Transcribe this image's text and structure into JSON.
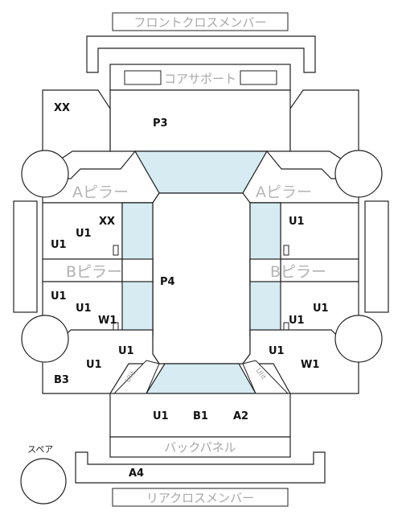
{
  "labels": {
    "front_cross_member": "フロントクロスメンバー",
    "core_support": "コアサポート",
    "a_pillar_left": "Aピラー",
    "a_pillar_right": "Aピラー",
    "b_pillar_left": "Bピラー",
    "b_pillar_right": "Bピラー",
    "back_panel": "バックパネル",
    "spare": "スペア",
    "rear_cross_member": "リアクロスメンバー",
    "side_panel_left": "Ulit",
    "side_panel_right": "Ulit"
  },
  "codes": {
    "front_left": "XX",
    "front_center": "P3",
    "left_upper_1": "XX",
    "left_upper_2": "U1",
    "left_upper_3": "U1",
    "right_upper": "U1",
    "center": "P4",
    "left_mid_1": "U1",
    "left_mid_2": "U1",
    "left_mid_3": "W1",
    "right_mid_1": "U1",
    "right_mid_2": "U1",
    "left_low_1": "U1",
    "left_low_2": "U1",
    "left_low_3": "B3",
    "right_low_1": "U1",
    "right_low_2": "W1",
    "rear_1": "U1",
    "rear_2": "B1",
    "rear_3": "A2",
    "rear_frame": "A4"
  }
}
